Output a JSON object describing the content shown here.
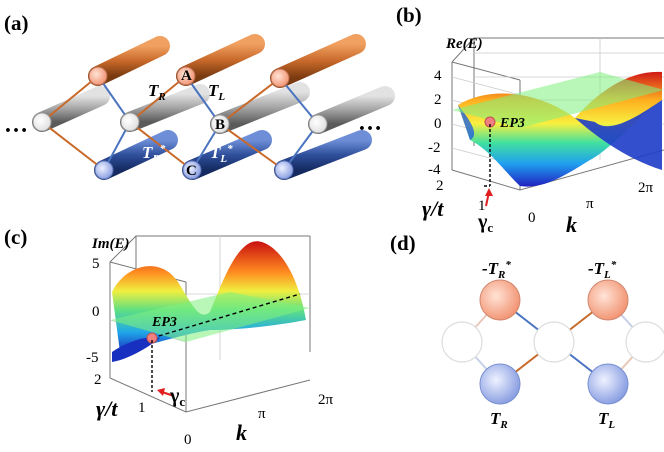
{
  "panels": {
    "a": {
      "label": "(a)",
      "site_a": "A",
      "site_b": "B",
      "site_c": "C",
      "hop_tr": "T",
      "hop_tr_sub": "R",
      "hop_tl": "T",
      "hop_tl_sub": "L",
      "hop_trs": "T",
      "hop_trs_sub": "R",
      "hop_trs_sup": "*",
      "hop_tls": "T",
      "hop_tls_sub": "L",
      "hop_tls_sup": "*",
      "ellipsis": "…"
    },
    "b": {
      "label": "(b)",
      "zlabel": "Re(E)",
      "zticks": [
        "4",
        "2",
        "0",
        "-2",
        "-4"
      ],
      "gamma_ticks": [
        "2",
        "1"
      ],
      "gamma_label": "γ/t",
      "k_label": "k",
      "k_ticks": [
        "0",
        "π",
        "2π"
      ],
      "ep_label": "EP3",
      "gc_label": "γ",
      "gc_sub": "c"
    },
    "c": {
      "label": "(c)",
      "zlabel": "Im(E)",
      "zticks": [
        "5",
        "0",
        "-5"
      ],
      "gamma_ticks": [
        "2",
        "1",
        "0"
      ],
      "gamma_label": "γ/t",
      "k_label": "k",
      "k_ticks": [
        "π",
        "2π"
      ],
      "ep_label": "EP3",
      "gc_label": "γ",
      "gc_sub": "c"
    },
    "d": {
      "label": "(d)",
      "top_left": "-T",
      "top_left_sub": "R",
      "top_left_sup": "*",
      "top_right": "-T",
      "top_right_sub": "L",
      "top_right_sup": "*",
      "bot_left": "T",
      "bot_left_sub": "R",
      "bot_right": "T",
      "bot_right_sub": "L"
    }
  },
  "colors": {
    "rod_top": "#c8692a",
    "rod_mid": "#9b9b9b",
    "rod_bot": "#2f4f9c",
    "node_top": "#f5a98f",
    "node_bot": "#9fb2e8",
    "plane": "#7ff07f",
    "ep_marker": "#f08080"
  }
}
